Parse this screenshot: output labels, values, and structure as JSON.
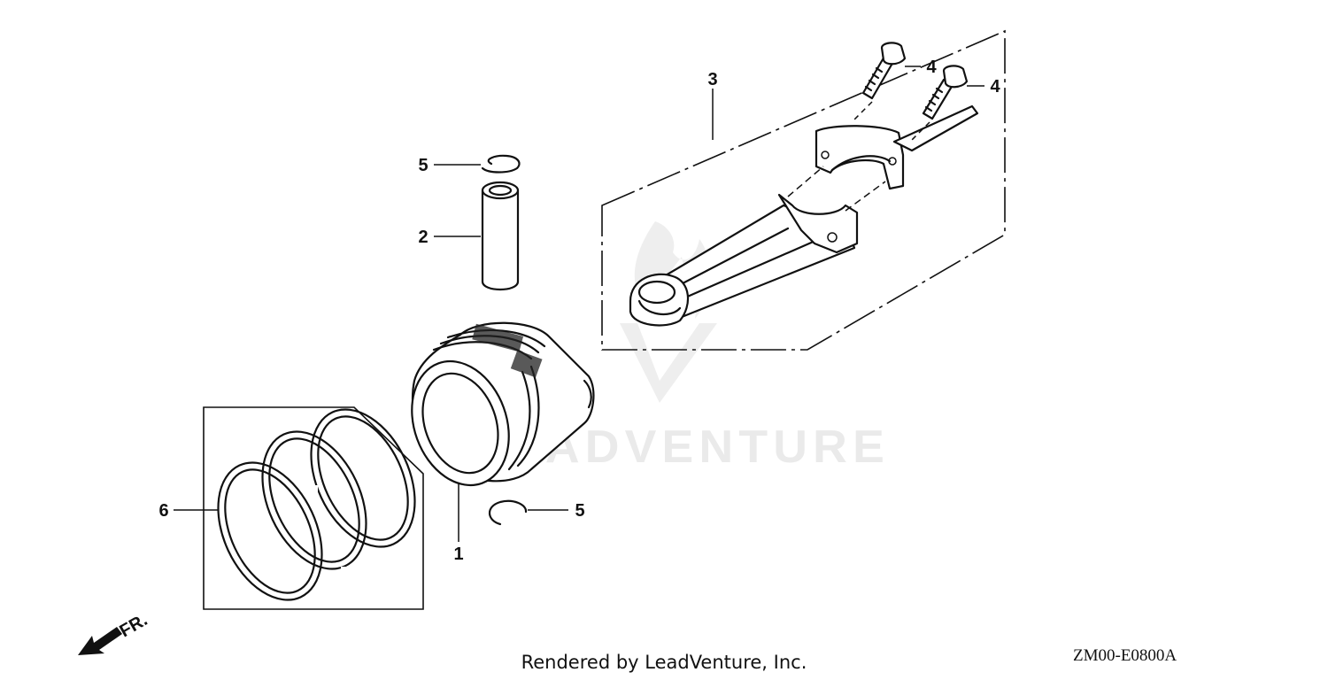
{
  "callouts": {
    "piston": "1",
    "pin": "2",
    "rod": "3",
    "bolt_a": "4",
    "bolt_b": "4",
    "clip_top": "5",
    "clip_bottom": "5",
    "rings": "6"
  },
  "watermark": "LEADVENTURE",
  "direction_label": "FR.",
  "footer": "Rendered by LeadVenture, Inc.",
  "diagram_code": "ZM00-E0800A"
}
